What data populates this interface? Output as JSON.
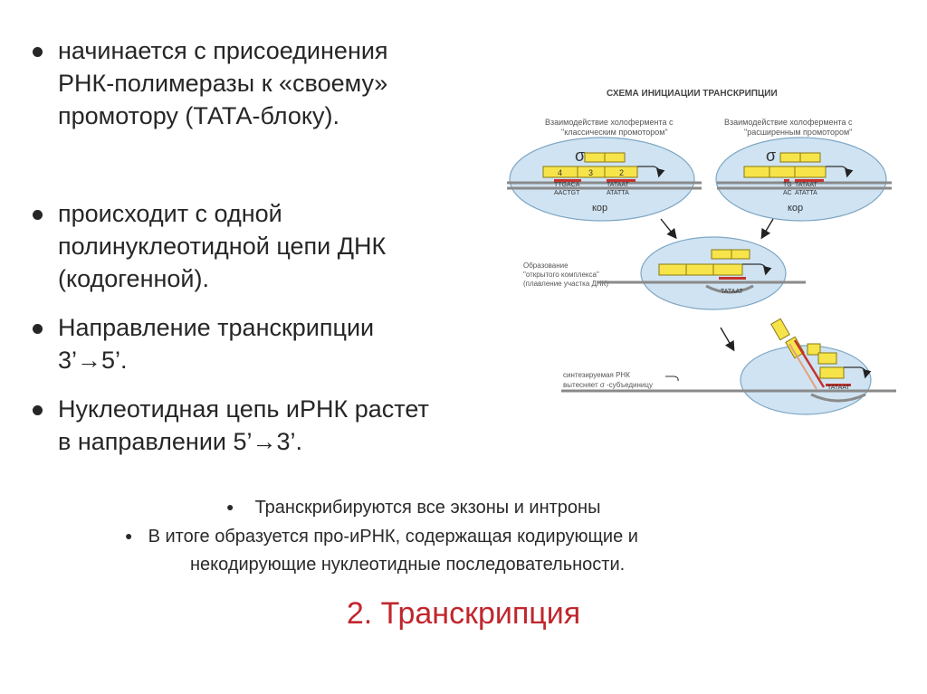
{
  "slide": {
    "bullets": [
      {
        "lines": [
          "начинается с присоединения",
          "РНК-полимеразы к «своему»",
          "промотору (ТАТА-блоку)."
        ]
      },
      {
        "lines": [
          "происходит с одной",
          "полинуклеотидной цепи ДНК",
          "(кодогенной)."
        ]
      },
      {
        "lines": [
          "Направление транскрипции",
          "3’→5’."
        ]
      },
      {
        "lines": [
          "Нуклеотидная цепь иРНК растет",
          "в направлении 5’→3’."
        ]
      }
    ],
    "lower_bullets": [
      "Транскрибируются все экзоны и интроны",
      "В итоге образуется про-иРНК, содержащая кодирующие и",
      "некодирующие нуклеотидные последовательности."
    ],
    "title": "2. Транскрипция"
  },
  "diagram": {
    "heading": "СХЕМА ИНИЦИАЦИИ ТРАНСКРИПЦИИ",
    "left_caption": [
      "Взаимодействие холофермента с",
      "\"классическим промотором\""
    ],
    "right_caption": [
      "Взаимодействие холофермента с",
      "\"расширенным промотором\""
    ],
    "open_caption": [
      "Образование",
      "\"открытого комплекса\"",
      "(плавление участка ДНК)"
    ],
    "rna_caption": [
      "синтезируемая РНК",
      "вытесняет  σ -субъединицу"
    ],
    "sigma": "σ",
    "core": "кор",
    "seq_left_top": "TTGACA",
    "seq_left_bottom": "AACTGT",
    "seq_tata_top": "TATAAT",
    "seq_tata_bottom": "ATATTA",
    "seq_right_top": "TG",
    "seq_right_bottom": "AC",
    "box_labels": [
      "4",
      "3",
      "2"
    ],
    "colors": {
      "ellipse": "#cfe3f2",
      "box": "#f6e44a",
      "box_stroke": "#8a7a10",
      "red": "#c6322e",
      "dna": "#8a8a8a"
    }
  }
}
